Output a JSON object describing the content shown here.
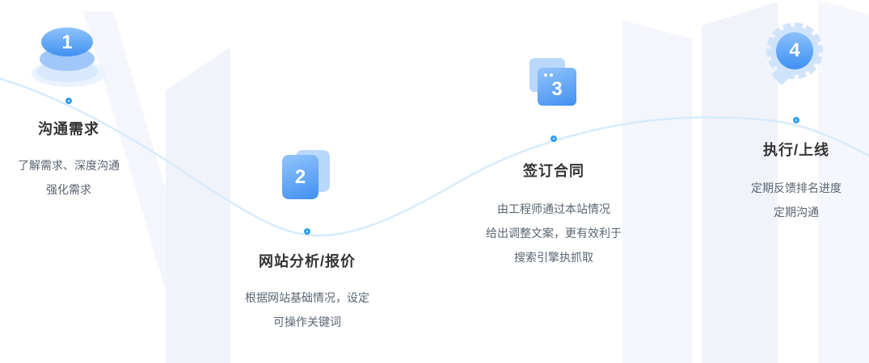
{
  "colors": {
    "accent_blue": "#2f9ef5",
    "icon_gradient_start": "#93c4fb",
    "icon_gradient_end": "#3f90f2",
    "icon_light_blue": "#b9d8fc",
    "wave_line": "#d7ebfc",
    "title_text": "#333333",
    "desc_text": "#5a6470",
    "background_shape": "#f2f4fa"
  },
  "steps": [
    {
      "number": "1",
      "icon": "coins-stack-icon",
      "title": "沟通需求",
      "desc_lines": [
        "了解需求、深度沟通",
        "强化需求"
      ]
    },
    {
      "number": "2",
      "icon": "document-card-icon",
      "title": "网站分析/报价",
      "desc_lines": [
        "根据网站基础情况，设定",
        "可操作关键词"
      ]
    },
    {
      "number": "3",
      "icon": "browser-window-icon",
      "title": "签订合同",
      "desc_lines": [
        "由工程师通过本站情况",
        "给出调整文案，更有效利于",
        "搜索引擎执抓取"
      ]
    },
    {
      "number": "4",
      "icon": "medal-badge-icon",
      "title": "执行/上线",
      "desc_lines": [
        "定期反馈排名进度",
        "定期沟通"
      ]
    }
  ]
}
